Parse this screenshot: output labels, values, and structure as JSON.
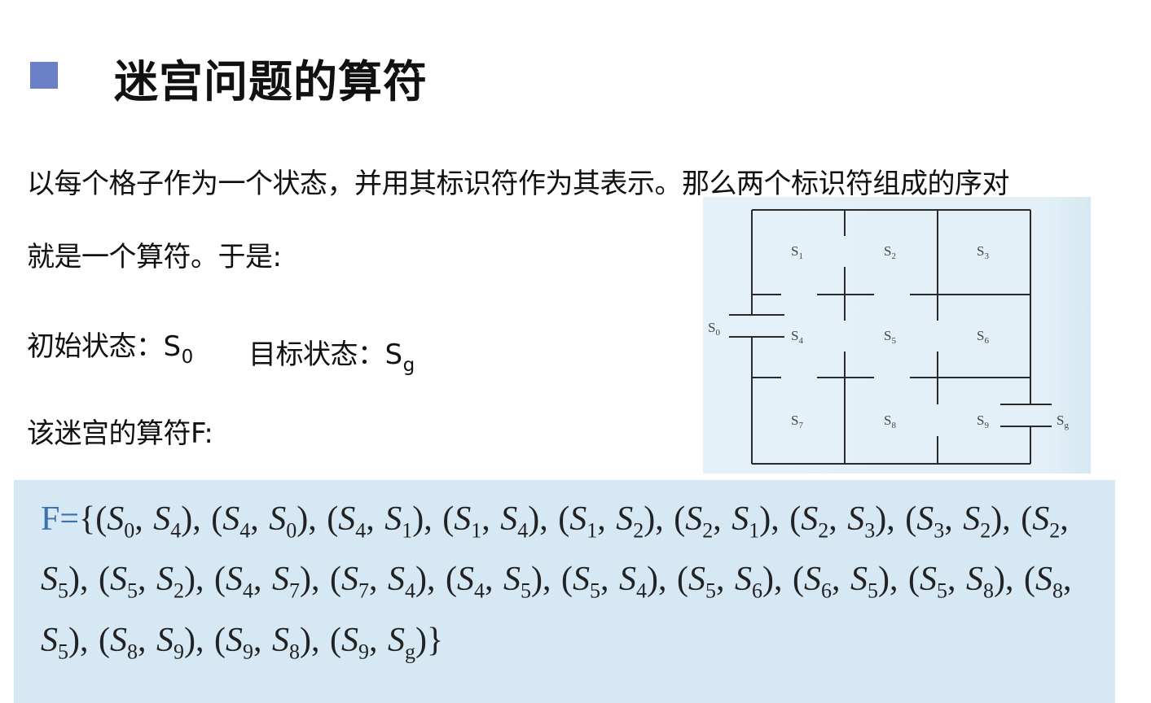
{
  "slide": {
    "title": "迷宫问题的算符",
    "para1": "以每个格子作为一个状态，并用其标识符作为其表示。那么两个标识符组成的序对",
    "para2": "就是一个算符。于是:",
    "initial_label": "初始状态：S",
    "initial_sub": "0",
    "goal_label": "目标状态：S",
    "goal_sub": "g",
    "operator_label": "该迷宫的算符F:"
  },
  "maze": {
    "cells": [
      {
        "id": "S1",
        "base": "S",
        "sub": "1"
      },
      {
        "id": "S2",
        "base": "S",
        "sub": "2"
      },
      {
        "id": "S3",
        "base": "S",
        "sub": "3"
      },
      {
        "id": "S4",
        "base": "S",
        "sub": "4"
      },
      {
        "id": "S5",
        "base": "S",
        "sub": "5"
      },
      {
        "id": "S6",
        "base": "S",
        "sub": "6"
      },
      {
        "id": "S7",
        "base": "S",
        "sub": "7"
      },
      {
        "id": "S8",
        "base": "S",
        "sub": "8"
      },
      {
        "id": "S9",
        "base": "S",
        "sub": "9"
      }
    ],
    "entry": {
      "base": "S",
      "sub": "0"
    },
    "exit": {
      "base": "S",
      "sub": "g"
    }
  },
  "operators": {
    "prefix": "F=",
    "pairs": [
      [
        "0",
        "4"
      ],
      [
        "4",
        "0"
      ],
      [
        "4",
        "1"
      ],
      [
        "1",
        "4"
      ],
      [
        "1",
        "2"
      ],
      [
        "2",
        "1"
      ],
      [
        "2",
        "3"
      ],
      [
        "3",
        "2"
      ],
      [
        "2",
        "5"
      ],
      [
        "5",
        "2"
      ],
      [
        "4",
        "7"
      ],
      [
        "7",
        "4"
      ],
      [
        "4",
        "5"
      ],
      [
        "5",
        "4"
      ],
      [
        "5",
        "6"
      ],
      [
        "6",
        "5"
      ],
      [
        "5",
        "8"
      ],
      [
        "8",
        "5"
      ],
      [
        "8",
        "9"
      ],
      [
        "9",
        "8"
      ],
      [
        "9",
        "g"
      ]
    ]
  }
}
